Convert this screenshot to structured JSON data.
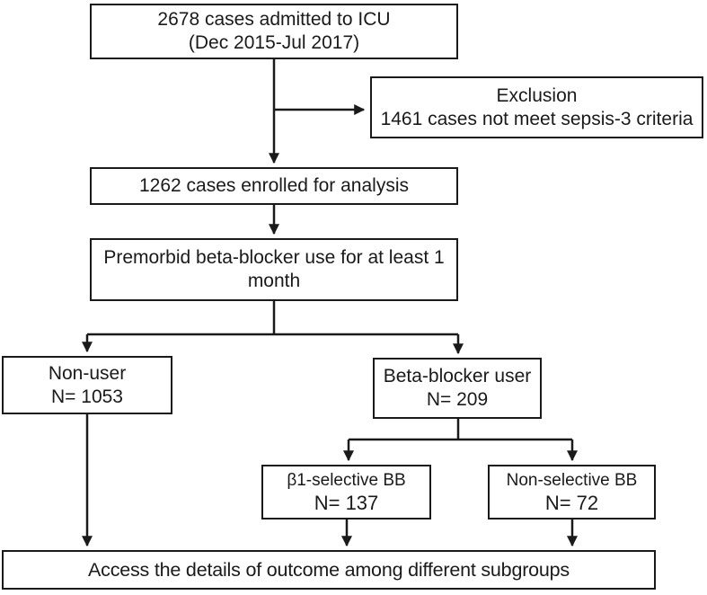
{
  "colors": {
    "line": "#1a1a1a",
    "text": "#1a1a1a",
    "background": "#ffffff"
  },
  "nodes": {
    "icu": {
      "line1": "2678 cases admitted to ICU",
      "line2": "(Dec 2015-Jul 2017)"
    },
    "exclusion": {
      "line1": "Exclusion",
      "line2": "1461 cases not meet sepsis-3 criteria"
    },
    "enrolled": {
      "line1": "1262 cases enrolled for analysis"
    },
    "premorbid": {
      "line1": "Premorbid beta-blocker use for at least 1",
      "line2": "month"
    },
    "non_user": {
      "line1": "Non-user",
      "line2": "N= 1053"
    },
    "bb_user": {
      "line1": "Beta-blocker user",
      "line2": "N= 209"
    },
    "b1_selective": {
      "line1": "β1-selective BB",
      "line2": "N= 137"
    },
    "non_selective": {
      "line1": "Non-selective BB",
      "line2": "N= 72"
    },
    "outcome": {
      "line1": "Access the details of outcome among different subgroups"
    }
  }
}
